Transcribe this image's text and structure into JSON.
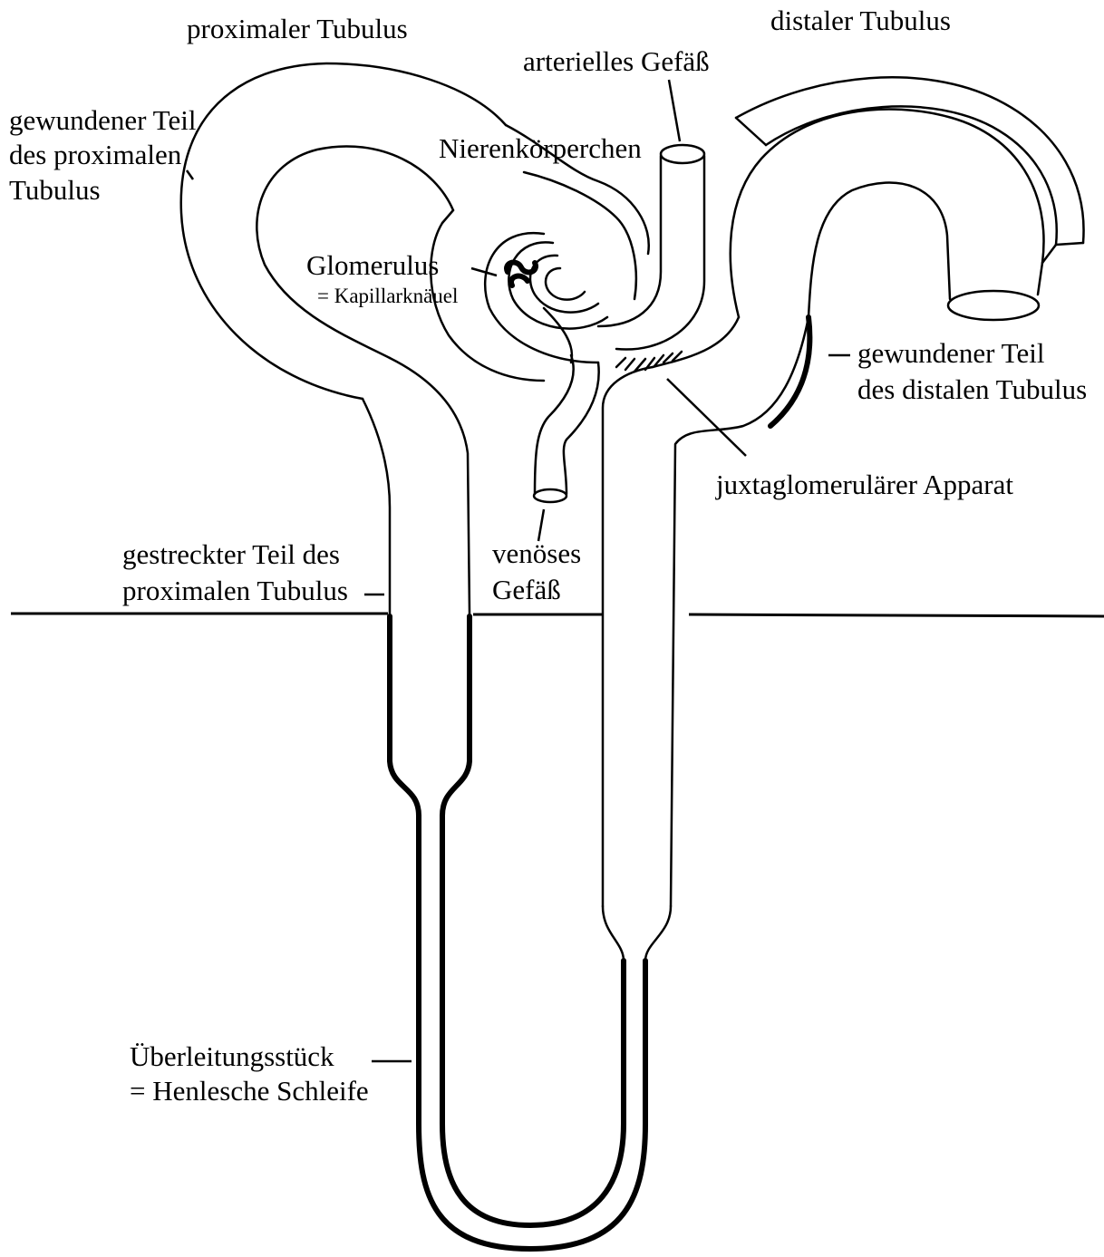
{
  "labels": {
    "proximal_tubule": "proximaler Tubulus",
    "distal_tubule": "distaler Tubulus",
    "afferent_vessel": "arterielles Gefäß",
    "convoluted_proximal_1": "gewundener Teil",
    "convoluted_proximal_2": "des proximalen",
    "convoluted_proximal_3": "Tubulus",
    "renal_corpuscle": "Nierenkörperchen",
    "glomerulus": "Glomerulus",
    "capillary_tuft": "= Kapillarknäuel",
    "convoluted_distal_1": "gewundener Teil",
    "convoluted_distal_2": "des distalen Tubulus",
    "jga": "juxtaglomerulärer Apparat",
    "straight_proximal_1": "gestreckter Teil des",
    "straight_proximal_2": "proximalen Tubulus",
    "efferent_vessel_1": "venöses",
    "efferent_vessel_2": "Gefäß",
    "henle_1": "Überleitungsstück",
    "henle_2": "= Henlesche Schleife"
  }
}
